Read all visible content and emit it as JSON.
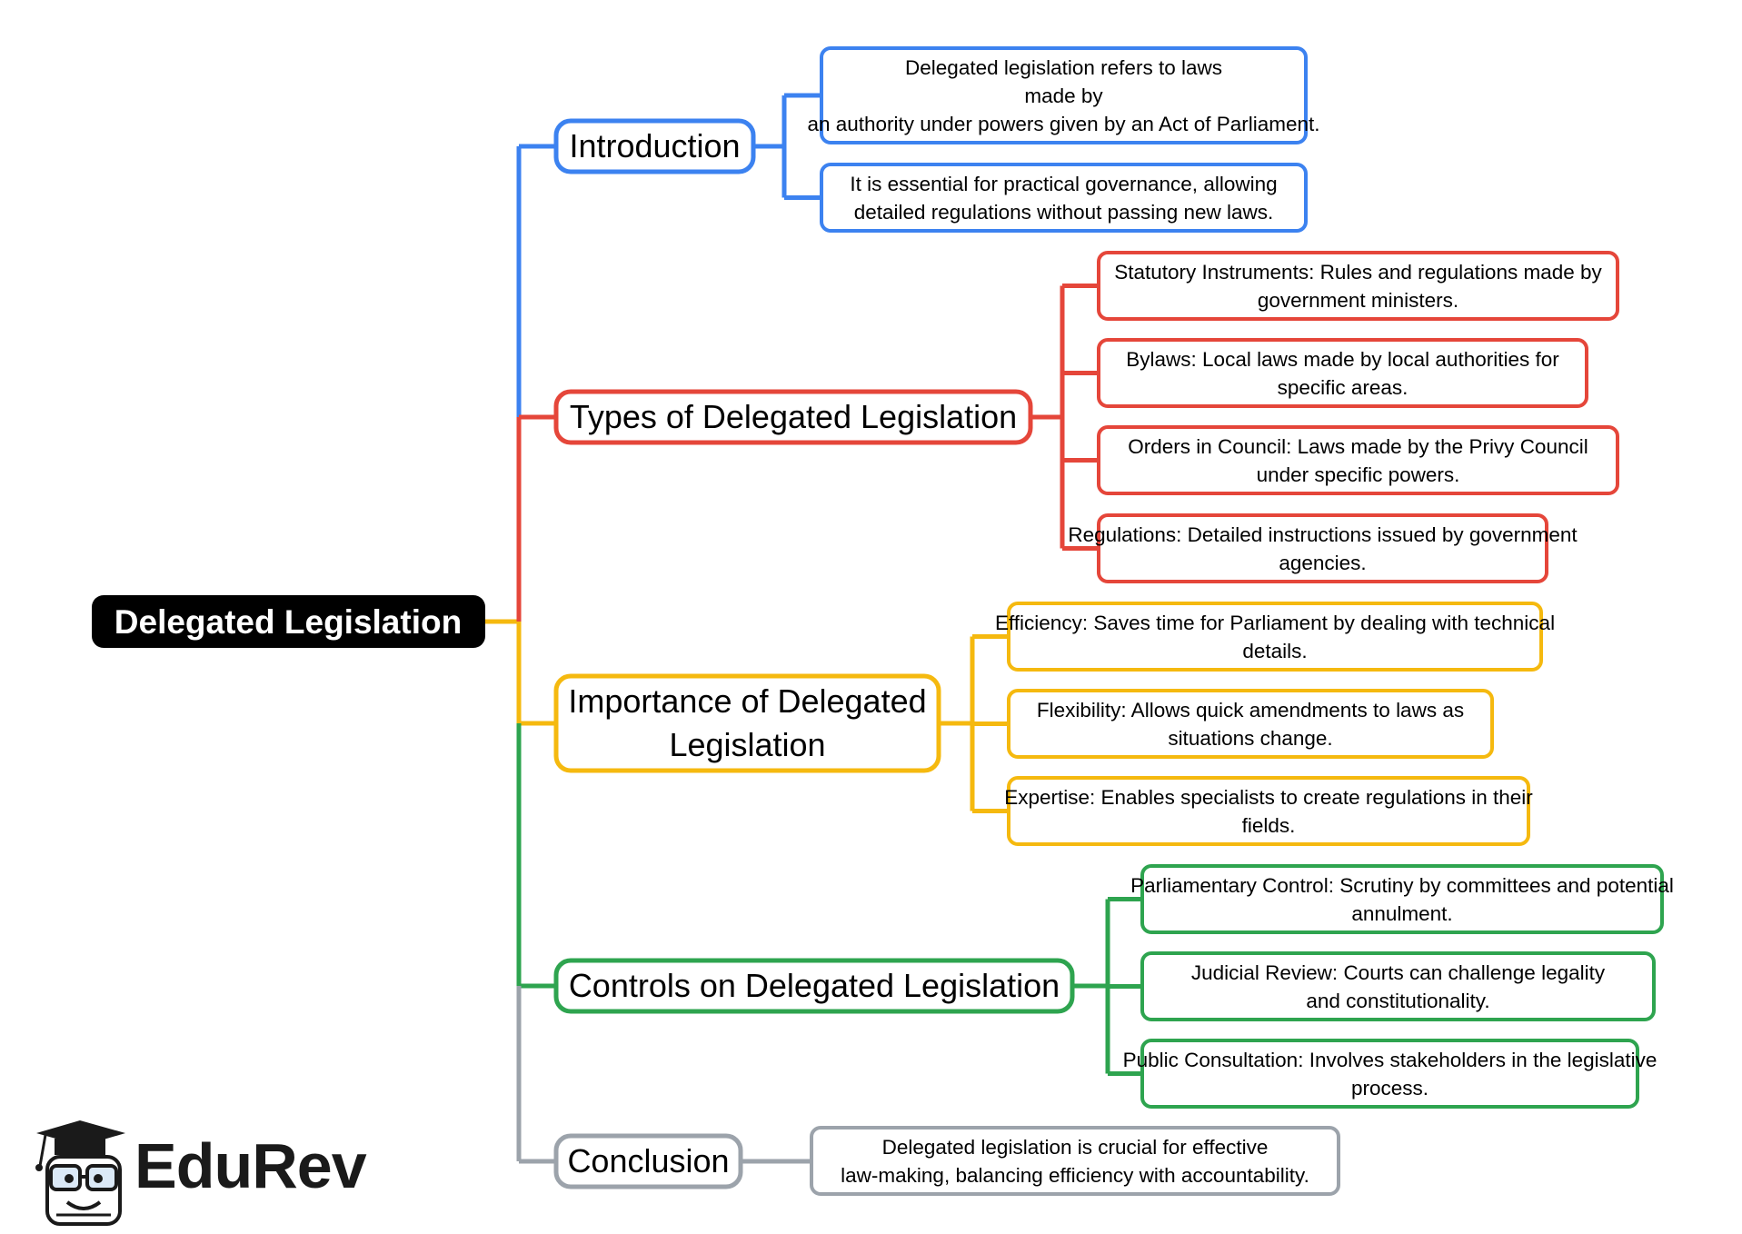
{
  "diagram": {
    "root": {
      "label": "Delegated Legislation"
    },
    "branches": [
      {
        "label": "Introduction",
        "color": "#3c82f0",
        "children": [
          "Delegated legislation refers to laws made by an authority under powers given by an Act of Parliament.",
          "It is essential for practical governance, allowing detailed regulations without passing new laws."
        ]
      },
      {
        "label": "Types of Delegated Legislation",
        "color": "#e5463a",
        "children": [
          "Statutory Instruments: Rules and regulations made by government ministers.",
          "Bylaws: Local laws made by local authorities for specific areas.",
          "Orders in Council: Laws made by the Privy Council under specific powers.",
          "Regulations: Detailed instructions issued by government agencies."
        ]
      },
      {
        "label": "Importance of Delegated Legislation",
        "color": "#f5b90f",
        "children": [
          "Efficiency: Saves time for Parliament by dealing with technical details.",
          "Flexibility: Allows quick amendments to laws as situations change.",
          "Expertise: Enables specialists to create regulations in their fields."
        ]
      },
      {
        "label": "Controls on Delegated Legislation",
        "color": "#2ea44f",
        "children": [
          "Parliamentary Control: Scrutiny by committees and potential annulment.",
          "Judicial Review: Courts can challenge legality and constitutionality.",
          "Public Consultation: Involves stakeholders in the legislative process."
        ]
      },
      {
        "label": "Conclusion",
        "color": "#9ca3ab",
        "children": [
          "Delegated legislation is crucial for effective law-making, balancing efficiency with accountability."
        ]
      }
    ]
  },
  "logo": {
    "text": "EduRev",
    "icon": "graduation-cap-mascot-icon"
  }
}
